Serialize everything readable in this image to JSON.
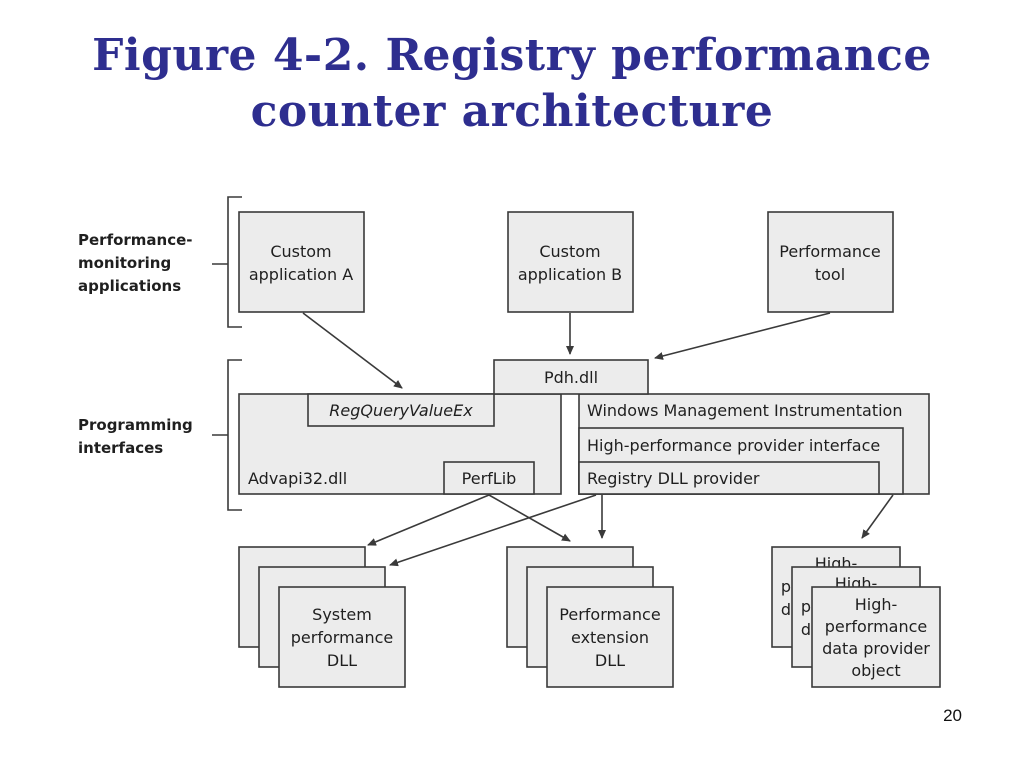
{
  "title": {
    "line1": "Figure 4-2. Registry performance",
    "line2": "counter architecture"
  },
  "side_labels": {
    "monitoring": [
      "Performance-",
      "monitoring",
      "applications"
    ],
    "interfaces": [
      "Programming",
      "interfaces"
    ]
  },
  "apps": {
    "custom_a": [
      "Custom",
      "application A"
    ],
    "custom_b": [
      "Custom",
      "application B"
    ],
    "perf_tool": [
      "Performance",
      "tool"
    ]
  },
  "interfaces": {
    "pdh": "Pdh.dll",
    "regquery": "RegQueryValueEx",
    "advapi": "Advapi32.dll",
    "perflib": "PerfLib",
    "wmi": "Windows Management Instrumentation",
    "hp_interface": "High-performance provider interface",
    "registry_provider": "Registry DLL provider"
  },
  "providers": {
    "system_dll": [
      "System",
      "performance",
      "DLL"
    ],
    "extension_dll": [
      "Performance",
      "extension",
      "DLL"
    ],
    "hp_object": [
      "High-",
      "performance",
      "data provider",
      "object"
    ],
    "hp_object_back": [
      "High-",
      "p",
      "d"
    ],
    "hp_object_mid": [
      "High-",
      "p",
      "d"
    ]
  },
  "page_number": "20"
}
